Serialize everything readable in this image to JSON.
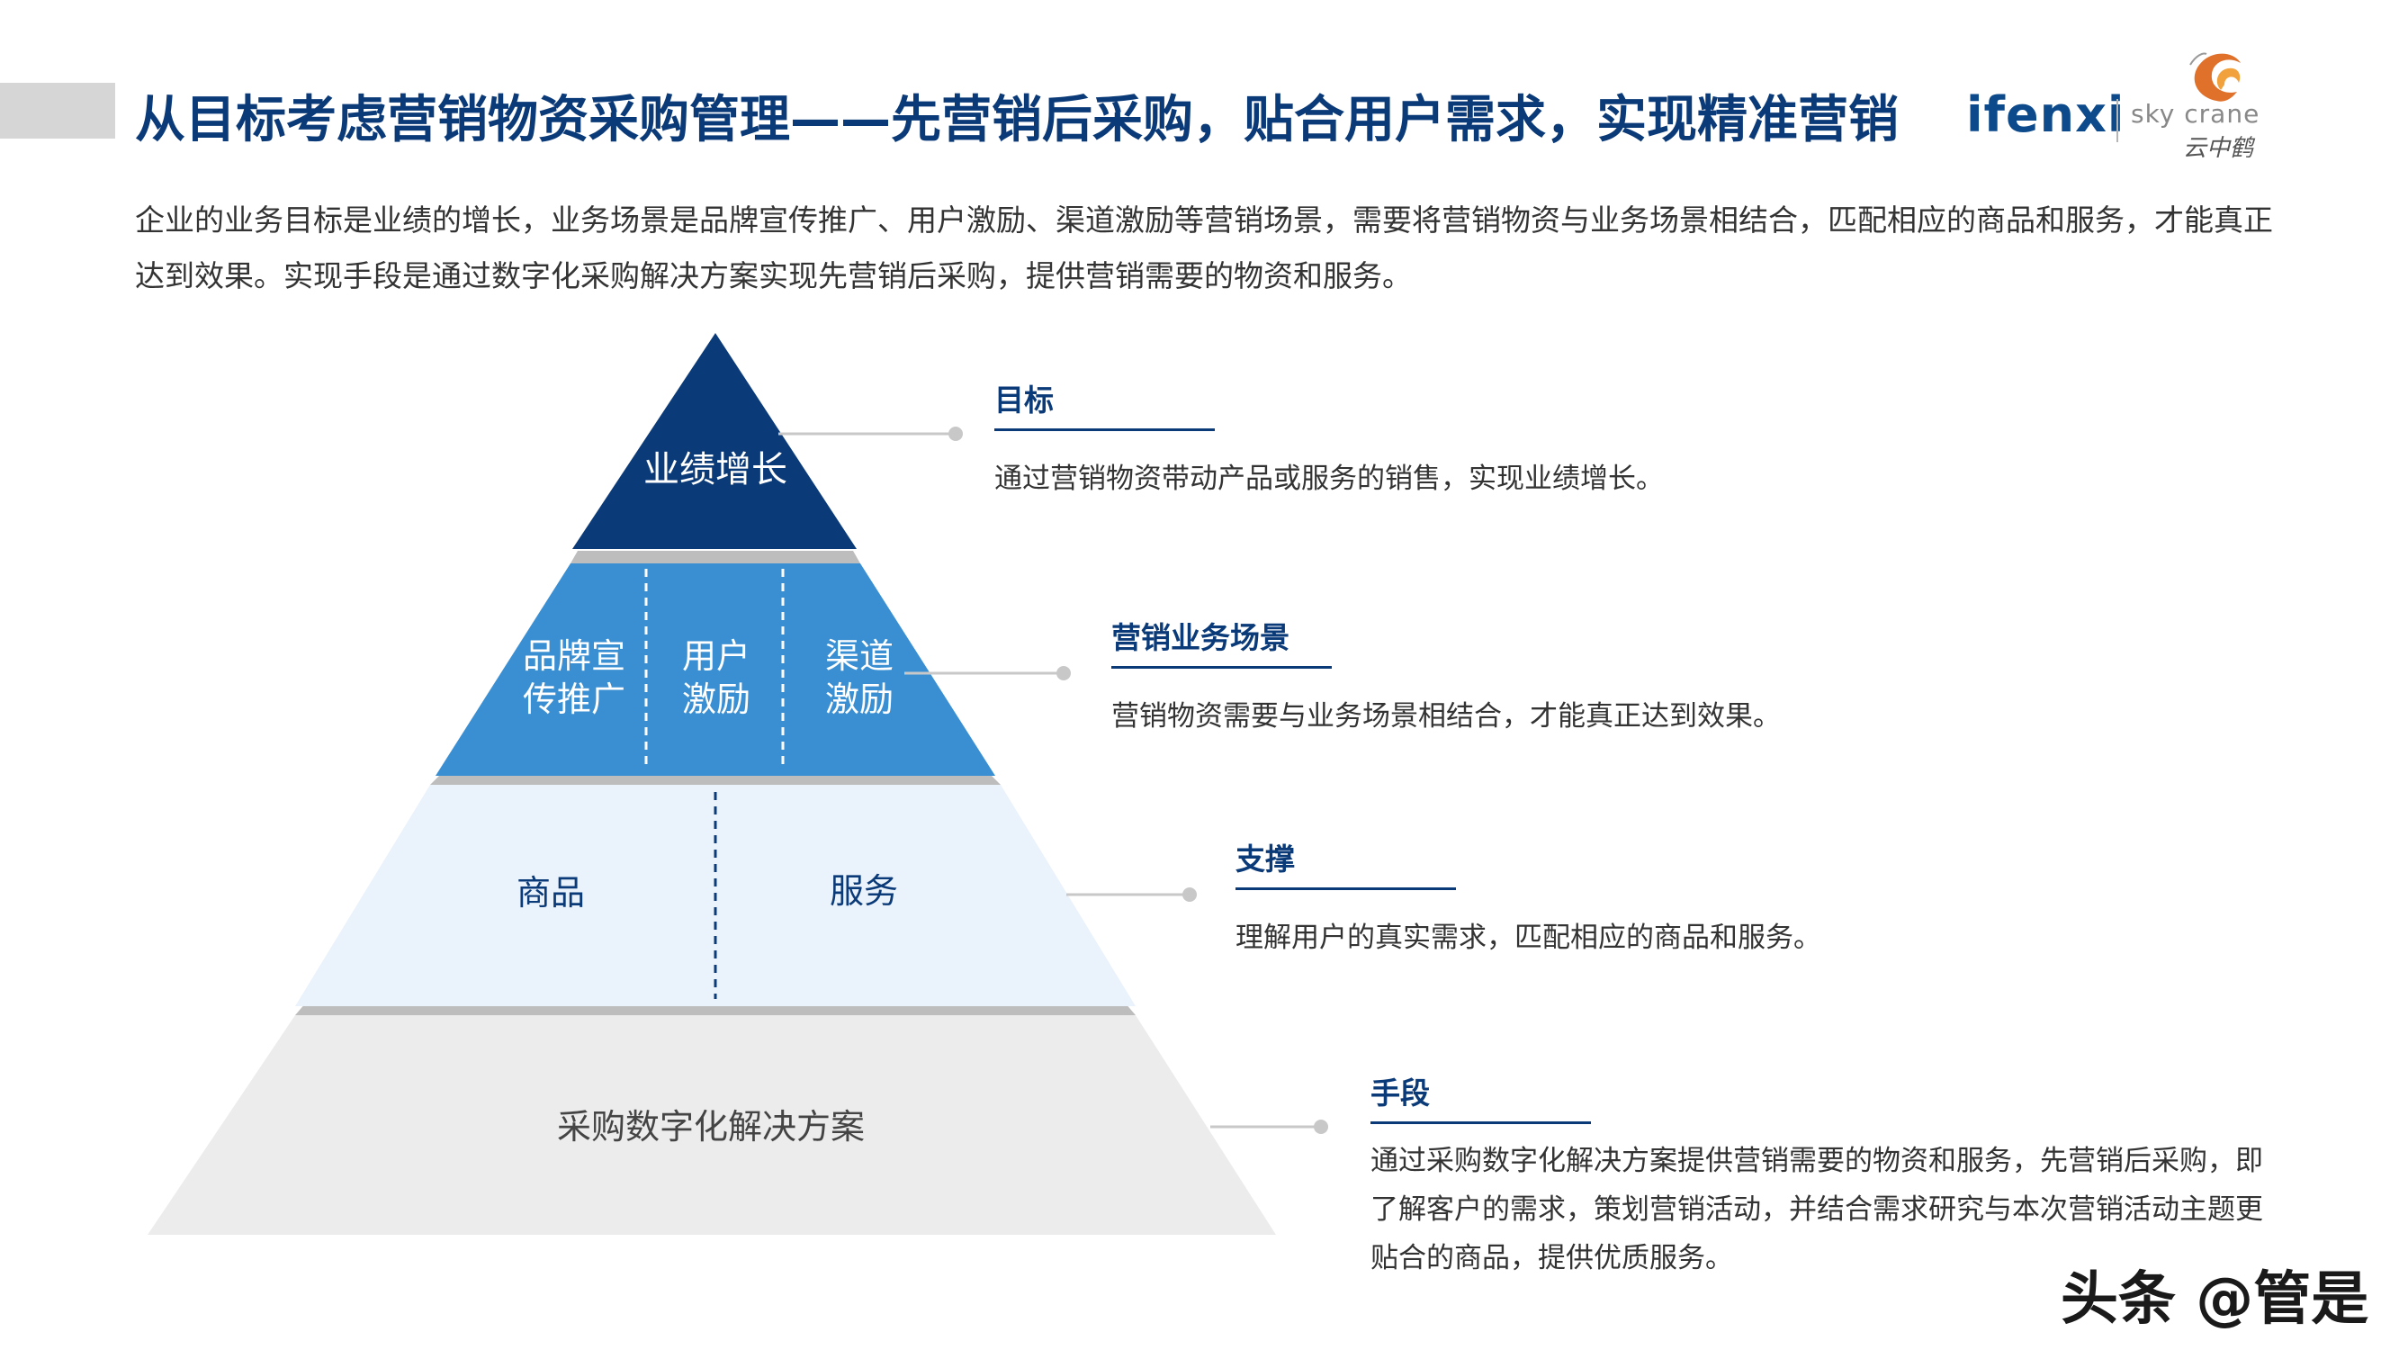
{
  "title": "从目标考虑营销物资采购管理——先营销后采购，贴合用户需求，实现精准营销",
  "logos": {
    "ifenxi": "ifenxi",
    "skycrane_en": "sky crane",
    "skycrane_cn": "云中鹤"
  },
  "intro": "企业的业务目标是业绩的增长，业务场景是品牌宣传推广、用户激励、渠道激励等营销场景，需要将营销物资与业务场景相结合，匹配相应的商品和服务，才能真正达到效果。实现手段是通过数字化采购解决方案实现先营销后采购，提供营销需要的物资和服务。",
  "pyramid": {
    "top": "业绩增长",
    "level2": [
      "品牌宣\n传推广",
      "用户\n激励",
      "渠道\n激励"
    ],
    "level3": [
      "商品",
      "服务"
    ],
    "base": "采购数字化解决方案"
  },
  "items": [
    {
      "title": "目标",
      "desc": "通过营销物资带动产品或服务的销售，实现业绩增长。"
    },
    {
      "title": "营销业务场景",
      "desc": "营销物资需要与业务场景相结合，才能真正达到效果。"
    },
    {
      "title": "支撑",
      "desc": "理解用户的真实需求，匹配相应的商品和服务。"
    },
    {
      "title": "手段",
      "desc": "通过采购数字化解决方案提供营销需要的物资和服务，先营销后采购，即了解客户的需求，策划营销活动，并结合需求研究与本次营销活动主题更贴合的商品，提供优质服务。"
    }
  ],
  "watermark": "头条 @管是",
  "colors": {
    "navy": "#0b3a78",
    "blue": "#3a8fd3",
    "light": "#eaf2fb",
    "gray": "#ececec"
  }
}
